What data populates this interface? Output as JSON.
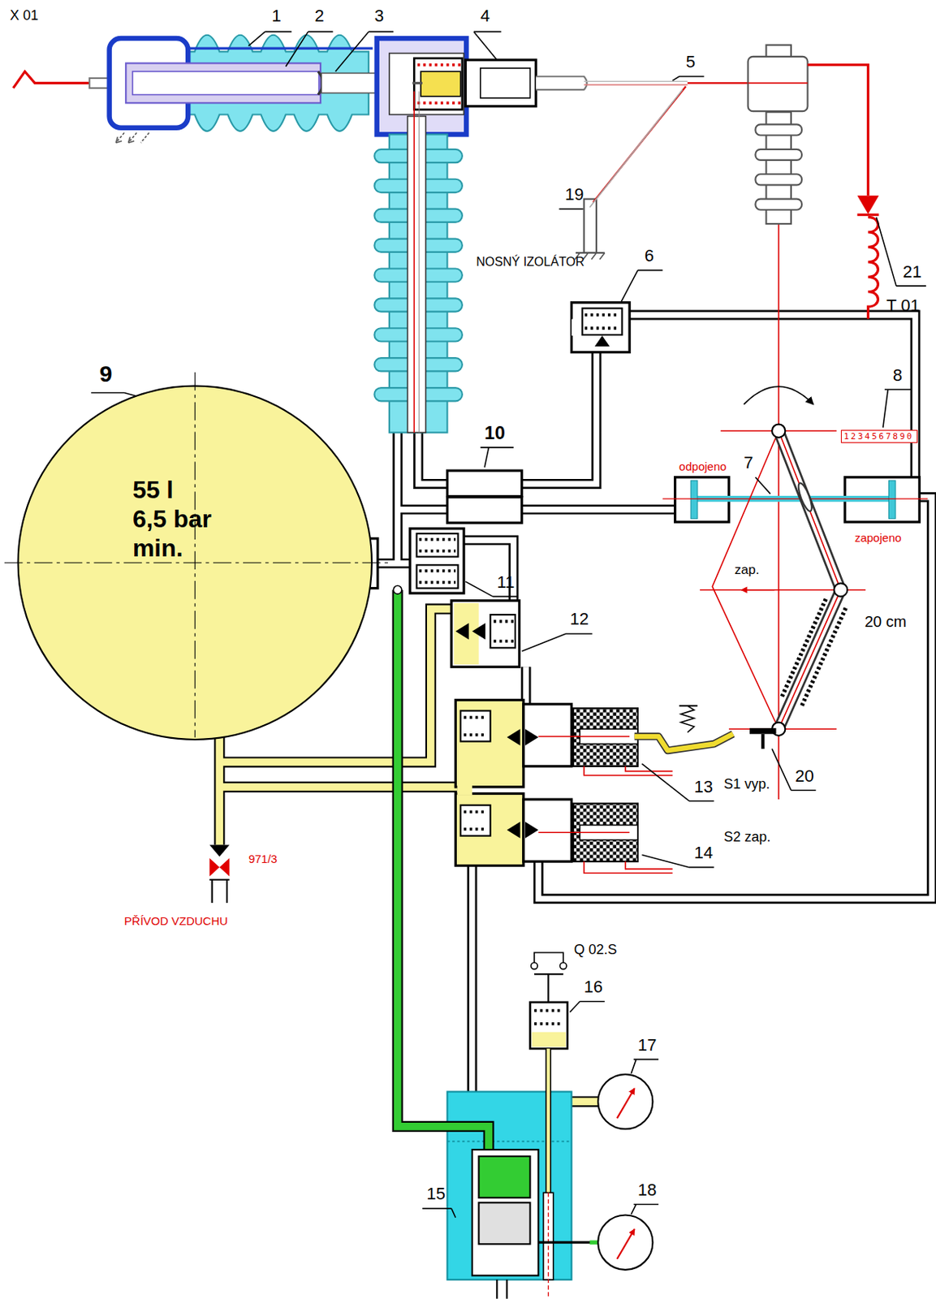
{
  "diagram": {
    "nodes": [
      {
        "text": [
          "55 l 6,5 bar min."
        ]
      },
      {
        "text": [
          "1234567890"
        ]
      }
    ],
    "labels": [
      "X 01",
      "1",
      "2",
      "3",
      "4",
      "5",
      "19",
      "21",
      "T 01",
      "NOSNÝ IZOLÁTOR",
      "6",
      "9",
      "8",
      "10",
      "7",
      "odpojeno",
      "zapojeno",
      "11",
      "zap.",
      "12",
      "20 cm",
      "13",
      "S1 vyp.",
      "20",
      "14",
      "S2 zap.",
      "971/3",
      "PŘÍVOD VZDUCHU",
      "Q 02.S",
      "16",
      "17",
      "15",
      "18"
    ]
  }
}
